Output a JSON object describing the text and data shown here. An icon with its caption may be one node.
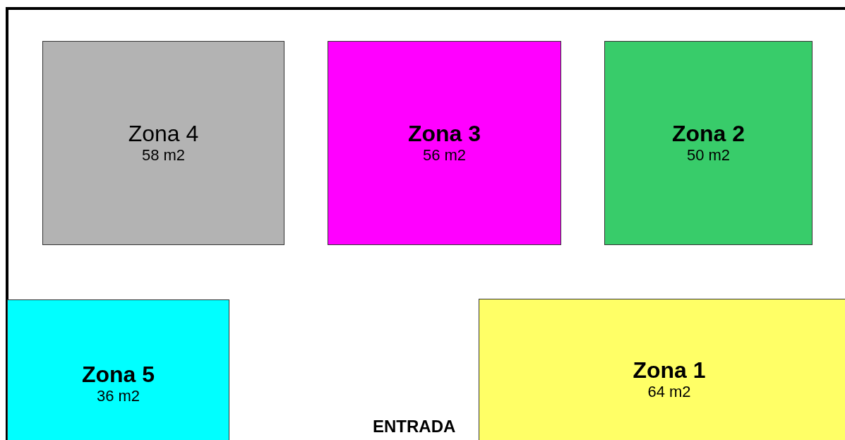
{
  "diagram": {
    "nodes": [
      {
        "text": [
          "Zona 4",
          "58 m2"
        ]
      },
      {
        "text": [
          "Zona 3",
          "56 m2"
        ]
      },
      {
        "text": [
          "Zona 2",
          "50 m2"
        ]
      },
      {
        "text": [
          "Zona 5",
          "36 m2"
        ]
      },
      {
        "text": [
          "Zona 1",
          "64 m2"
        ]
      }
    ],
    "labels": [
      "ENTRADA"
    ]
  }
}
